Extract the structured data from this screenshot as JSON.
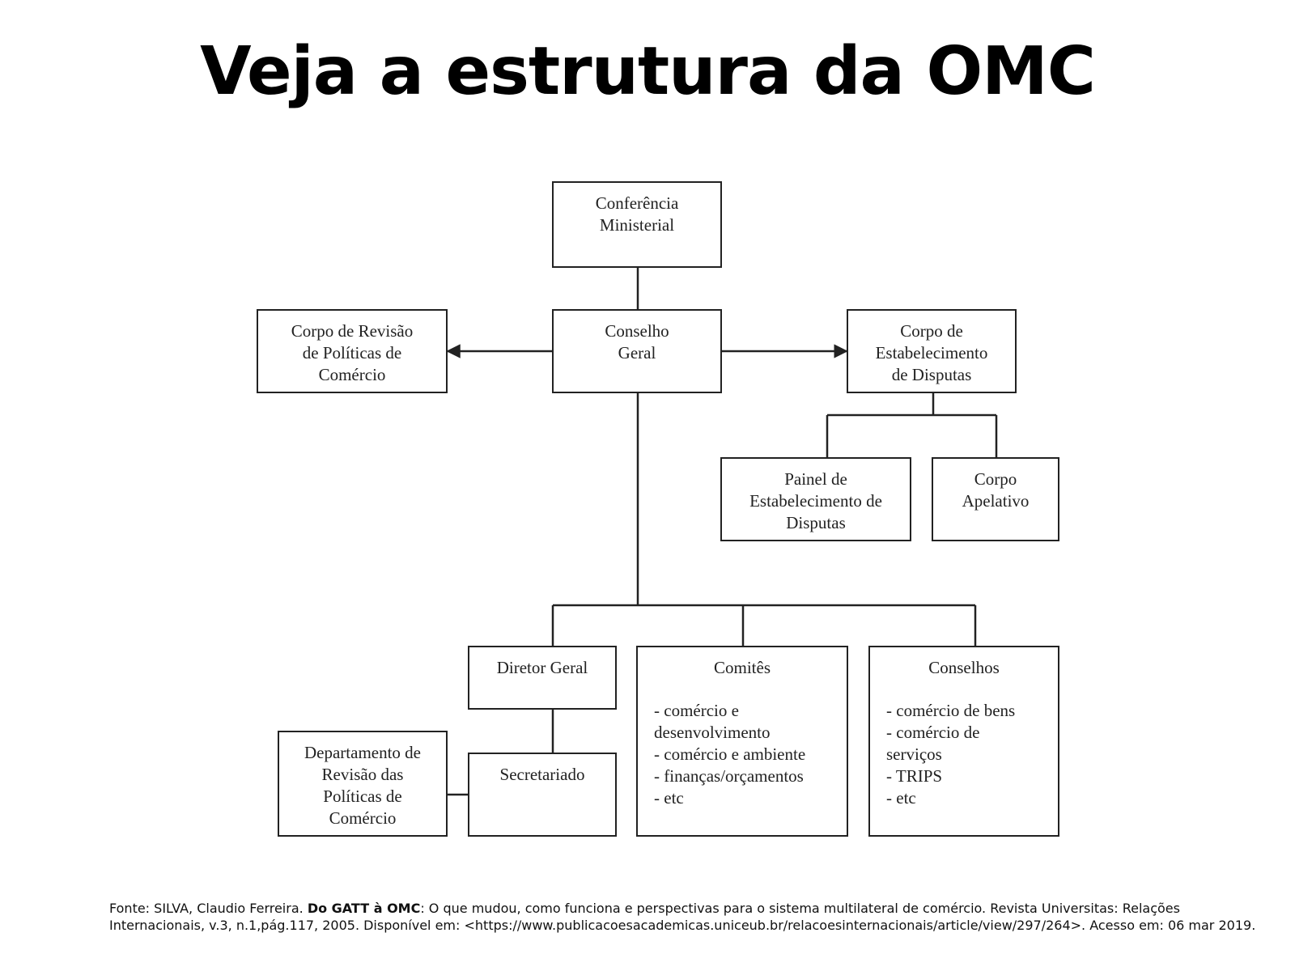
{
  "title": "Veja a estrutura da OMC",
  "diagram": {
    "nodes": {
      "conferencia": "Conferência\nMinisterial",
      "conselho_geral": "Conselho\nGeral",
      "corpo_revisao": "Corpo de Revisão\nde Políticas de\nComércio",
      "corpo_estabelecimento": "Corpo de\nEstabelecimento\nde Disputas",
      "painel": "Painel de\nEstabelecimento de\nDisputas",
      "corpo_apelativo": "Corpo\nApelativo",
      "diretor_geral": "Diretor  Geral",
      "secretariado": "Secretariado",
      "departamento": "Departamento de\nRevisão das\nPolíticas de\nComércio",
      "comites": {
        "title": "Comitês",
        "items": [
          "- comércio e\ndesenvolvimento",
          "- comércio e ambiente",
          "- finanças/orçamentos",
          "- etc"
        ]
      },
      "conselhos": {
        "title": "Conselhos",
        "items": [
          "- comércio de bens",
          "- comércio de\nserviços",
          "- TRIPS",
          "- etc"
        ]
      }
    }
  },
  "caption": {
    "prefix": "Fonte: SILVA, Claudio Ferreira. ",
    "bold": "Do GATT à OMC",
    "suffix": ": O que mudou, como funciona e perspectivas para o sistema multilateral de comércio. Revista Universitas: Relações Internacionais, v.3, n.1,pág.117, 2005. Disponível em: <https://www.publicacoesacademicas.uniceub.br/relacoesinternacionais/article/view/297/264>. Acesso em: 06 mar 2019."
  }
}
